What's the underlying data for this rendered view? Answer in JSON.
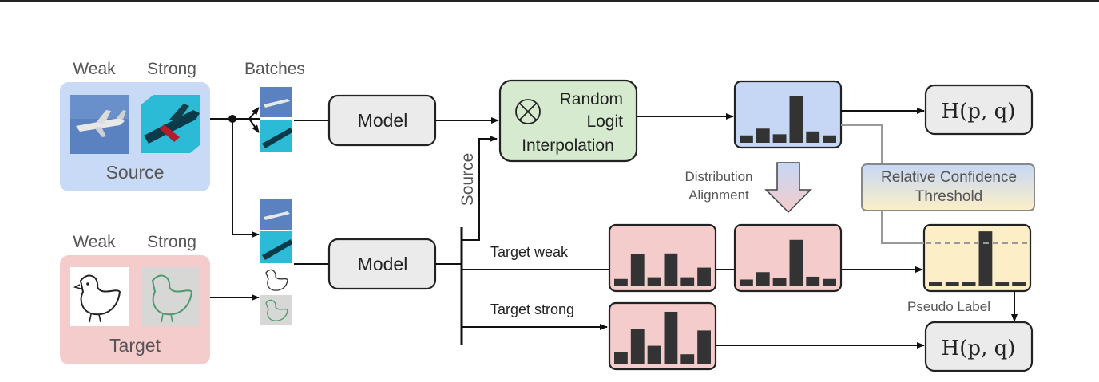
{
  "source_panel": {
    "weak_label": "Weak",
    "strong_label": "Strong",
    "title": "Source",
    "fill": "#c9daf6"
  },
  "target_panel": {
    "weak_label": "Weak",
    "strong_label": "Strong",
    "title": "Target",
    "fill": "#f5cccc"
  },
  "batches_label": "Batches",
  "model_top_label": "Model",
  "model_bottom_label": "Model",
  "rli_box": {
    "line1": "Random",
    "line2": "Logit",
    "line3": "Interpolation",
    "fill": "#d6ead0"
  },
  "source_vertical_label": "Source",
  "target_weak_label": "Target weak",
  "target_strong_label": "Target strong",
  "distribution_alignment": {
    "line1": "Distribution",
    "line2": "Alignment"
  },
  "relative_confidence": {
    "line1": "Relative Confidence",
    "line2": "Threshold"
  },
  "pseudo_label": "Pseudo Label",
  "loss_top": "H(p, q)",
  "loss_bottom": "H(p, q)",
  "histograms": {
    "source_logits": [
      0.13,
      0.25,
      0.15,
      0.82,
      0.2,
      0.13
    ],
    "target_weak": [
      0.13,
      0.57,
      0.16,
      0.58,
      0.16,
      0.33
    ],
    "target_weak_aligned": [
      0.12,
      0.25,
      0.15,
      0.82,
      0.17,
      0.13
    ],
    "pseudo_label": [
      0.07,
      0.07,
      0.07,
      0.97,
      0.07,
      0.07
    ],
    "target_strong": [
      0.22,
      0.63,
      0.33,
      0.93,
      0.18,
      0.6
    ]
  },
  "colors": {
    "source_hist_bg": "#c6d7f5",
    "target_hist_bg": "#f4cccc",
    "pseudo_hist_bg": "#fcefc7",
    "bar": "#333333",
    "gray_line": "#999999"
  }
}
